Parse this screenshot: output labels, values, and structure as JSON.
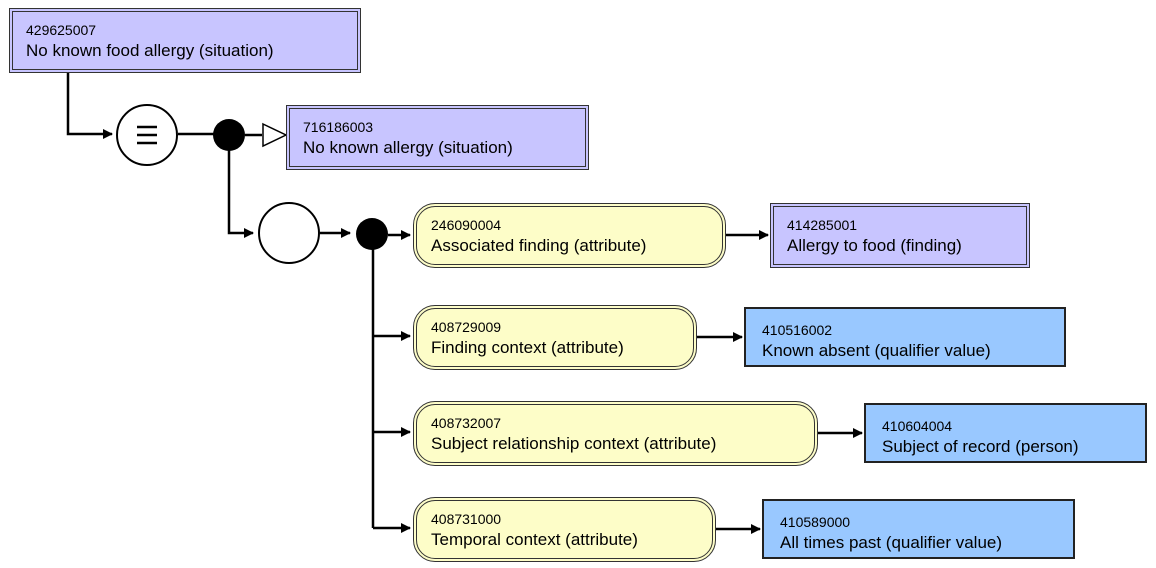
{
  "focus_concept": {
    "id": "429625007",
    "term": "No known food allergy (situation)"
  },
  "operator_symbol": "≡",
  "parent_concept": {
    "id": "716186003",
    "term": "No known allergy (situation)"
  },
  "attributes": [
    {
      "attr_id": "246090004",
      "attr_term": "Associated finding (attribute)",
      "value_id": "414285001",
      "value_term": "Allergy to food (finding)",
      "value_kind": "defined"
    },
    {
      "attr_id": "408729009",
      "attr_term": "Finding context (attribute)",
      "value_id": "410516002",
      "value_term": "Known absent (qualifier value)",
      "value_kind": "primitive"
    },
    {
      "attr_id": "408732007",
      "attr_term": "Subject relationship context (attribute)",
      "value_id": "410604004",
      "value_term": "Subject of record (person)",
      "value_kind": "primitive"
    },
    {
      "attr_id": "408731000",
      "attr_term": "Temporal context (attribute)",
      "value_id": "410589000",
      "value_term": "All times past (qualifier value)",
      "value_kind": "primitive"
    }
  ],
  "colors": {
    "defined_concept": "#c8c5ff",
    "primitive_concept": "#99c8ff",
    "attribute": "#fdfdc8"
  }
}
